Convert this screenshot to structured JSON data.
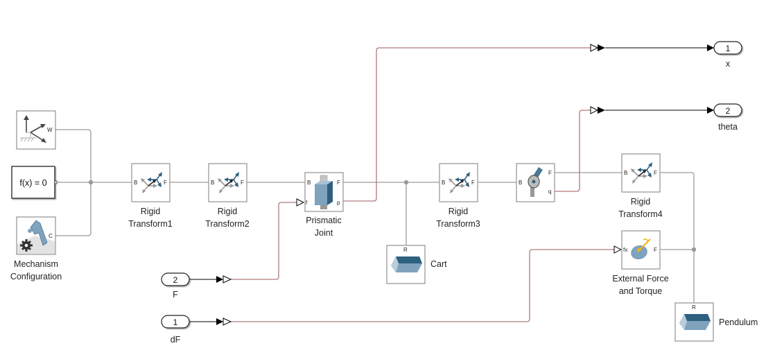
{
  "diagram": {
    "colors": {
      "physical_line": "#9a9a9a",
      "simulink_line": "#000000",
      "ps_line": "#b07a7a",
      "block_border": "#999999",
      "icon_blue": "#2e6080",
      "icon_light_blue": "#7fa2bd",
      "icon_gray": "#999999",
      "force_yellow": "#f0b418"
    },
    "blocks": {
      "world_frame": {
        "label": "",
        "port": "W"
      },
      "solver_config": {
        "label": "f(x) = 0"
      },
      "mechanism_config": {
        "label_line1": "Mechanism",
        "label_line2": "Configuration",
        "port": "C"
      },
      "rigid_transform1": {
        "label_line1": "Rigid",
        "label_line2": "Transform1",
        "port_b": "B",
        "port_f": "F"
      },
      "rigid_transform2": {
        "label_line1": "Rigid",
        "label_line2": "Transform2",
        "port_b": "B",
        "port_f": "F"
      },
      "prismatic_joint": {
        "label_line1": "Prismatic",
        "label_line2": "Joint",
        "port_b": "B",
        "port_f": "F",
        "port_force": "f",
        "port_pos": "p"
      },
      "cart": {
        "label": "Cart",
        "port": "R"
      },
      "rigid_transform3": {
        "label_line1": "Rigid",
        "label_line2": "Transform3",
        "port_b": "B",
        "port_f": "F"
      },
      "revolute_joint": {
        "label": "",
        "port_b": "B",
        "port_f": "F",
        "port_q": "q"
      },
      "rigid_transform4": {
        "label_line1": "Rigid",
        "label_line2": "Transform4",
        "port_b": "B",
        "port_f": "F"
      },
      "external_force": {
        "label_line1": "External Force",
        "label_line2": "and Torque",
        "port_fx": "fx",
        "port_f": "F"
      },
      "pendulum": {
        "label": "Pendulum",
        "port": "R"
      }
    },
    "inports": [
      {
        "number": "2",
        "name": "F"
      },
      {
        "number": "1",
        "name": "dF"
      }
    ],
    "outports": [
      {
        "number": "1",
        "name": "x"
      },
      {
        "number": "2",
        "name": "theta"
      }
    ]
  }
}
